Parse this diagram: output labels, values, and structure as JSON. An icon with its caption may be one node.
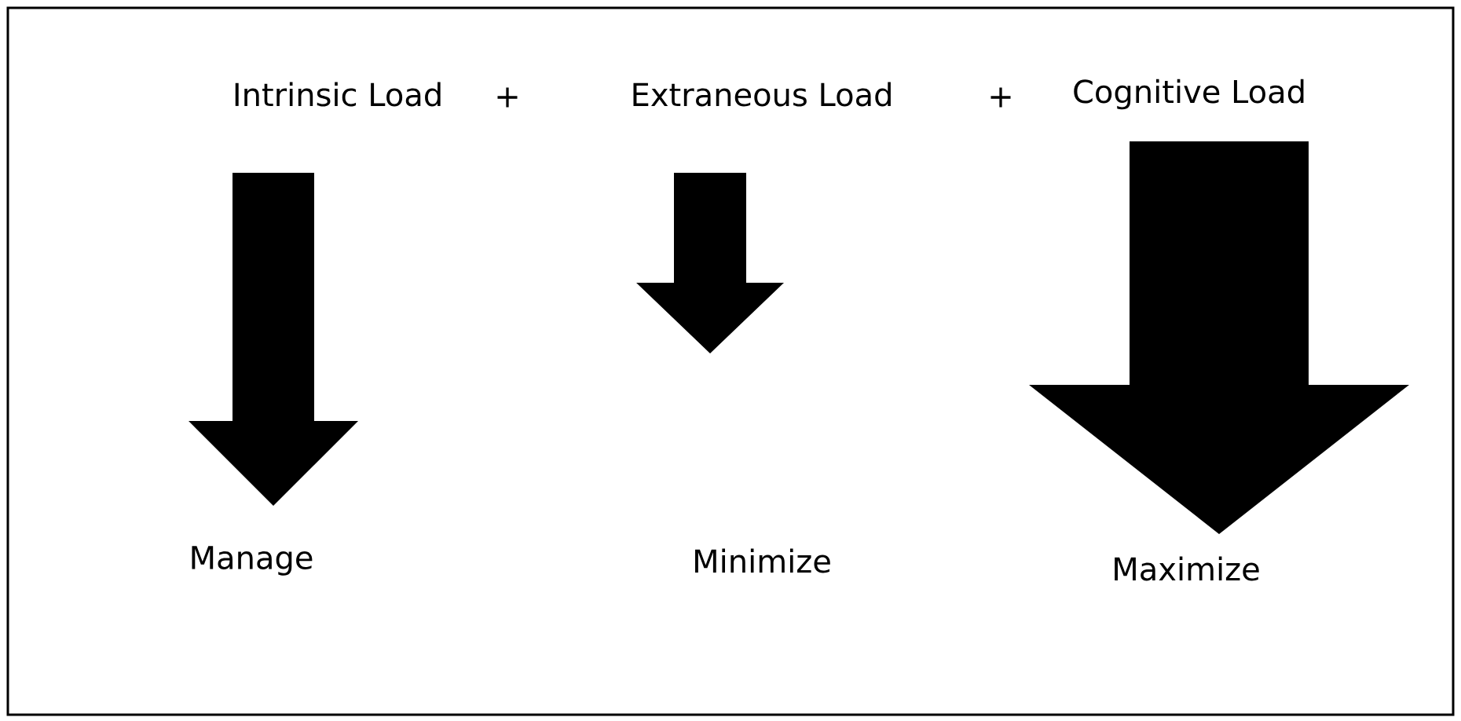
{
  "diagram": {
    "nodes": [
      {
        "text": [
          "Intrinsic Load"
        ]
      },
      {
        "text": [
          "Extraneous Load"
        ]
      },
      {
        "text": [
          "Cognitive Load"
        ]
      },
      {
        "text": [],
        "shape": "arrow"
      },
      {
        "text": [],
        "shape": "arrow"
      },
      {
        "text": [],
        "shape": "arrow"
      },
      {
        "text": [
          "Manage"
        ]
      },
      {
        "text": [
          "Minimize"
        ]
      },
      {
        "text": [
          "Maximize"
        ]
      }
    ],
    "labels": [
      "+",
      "+"
    ]
  }
}
